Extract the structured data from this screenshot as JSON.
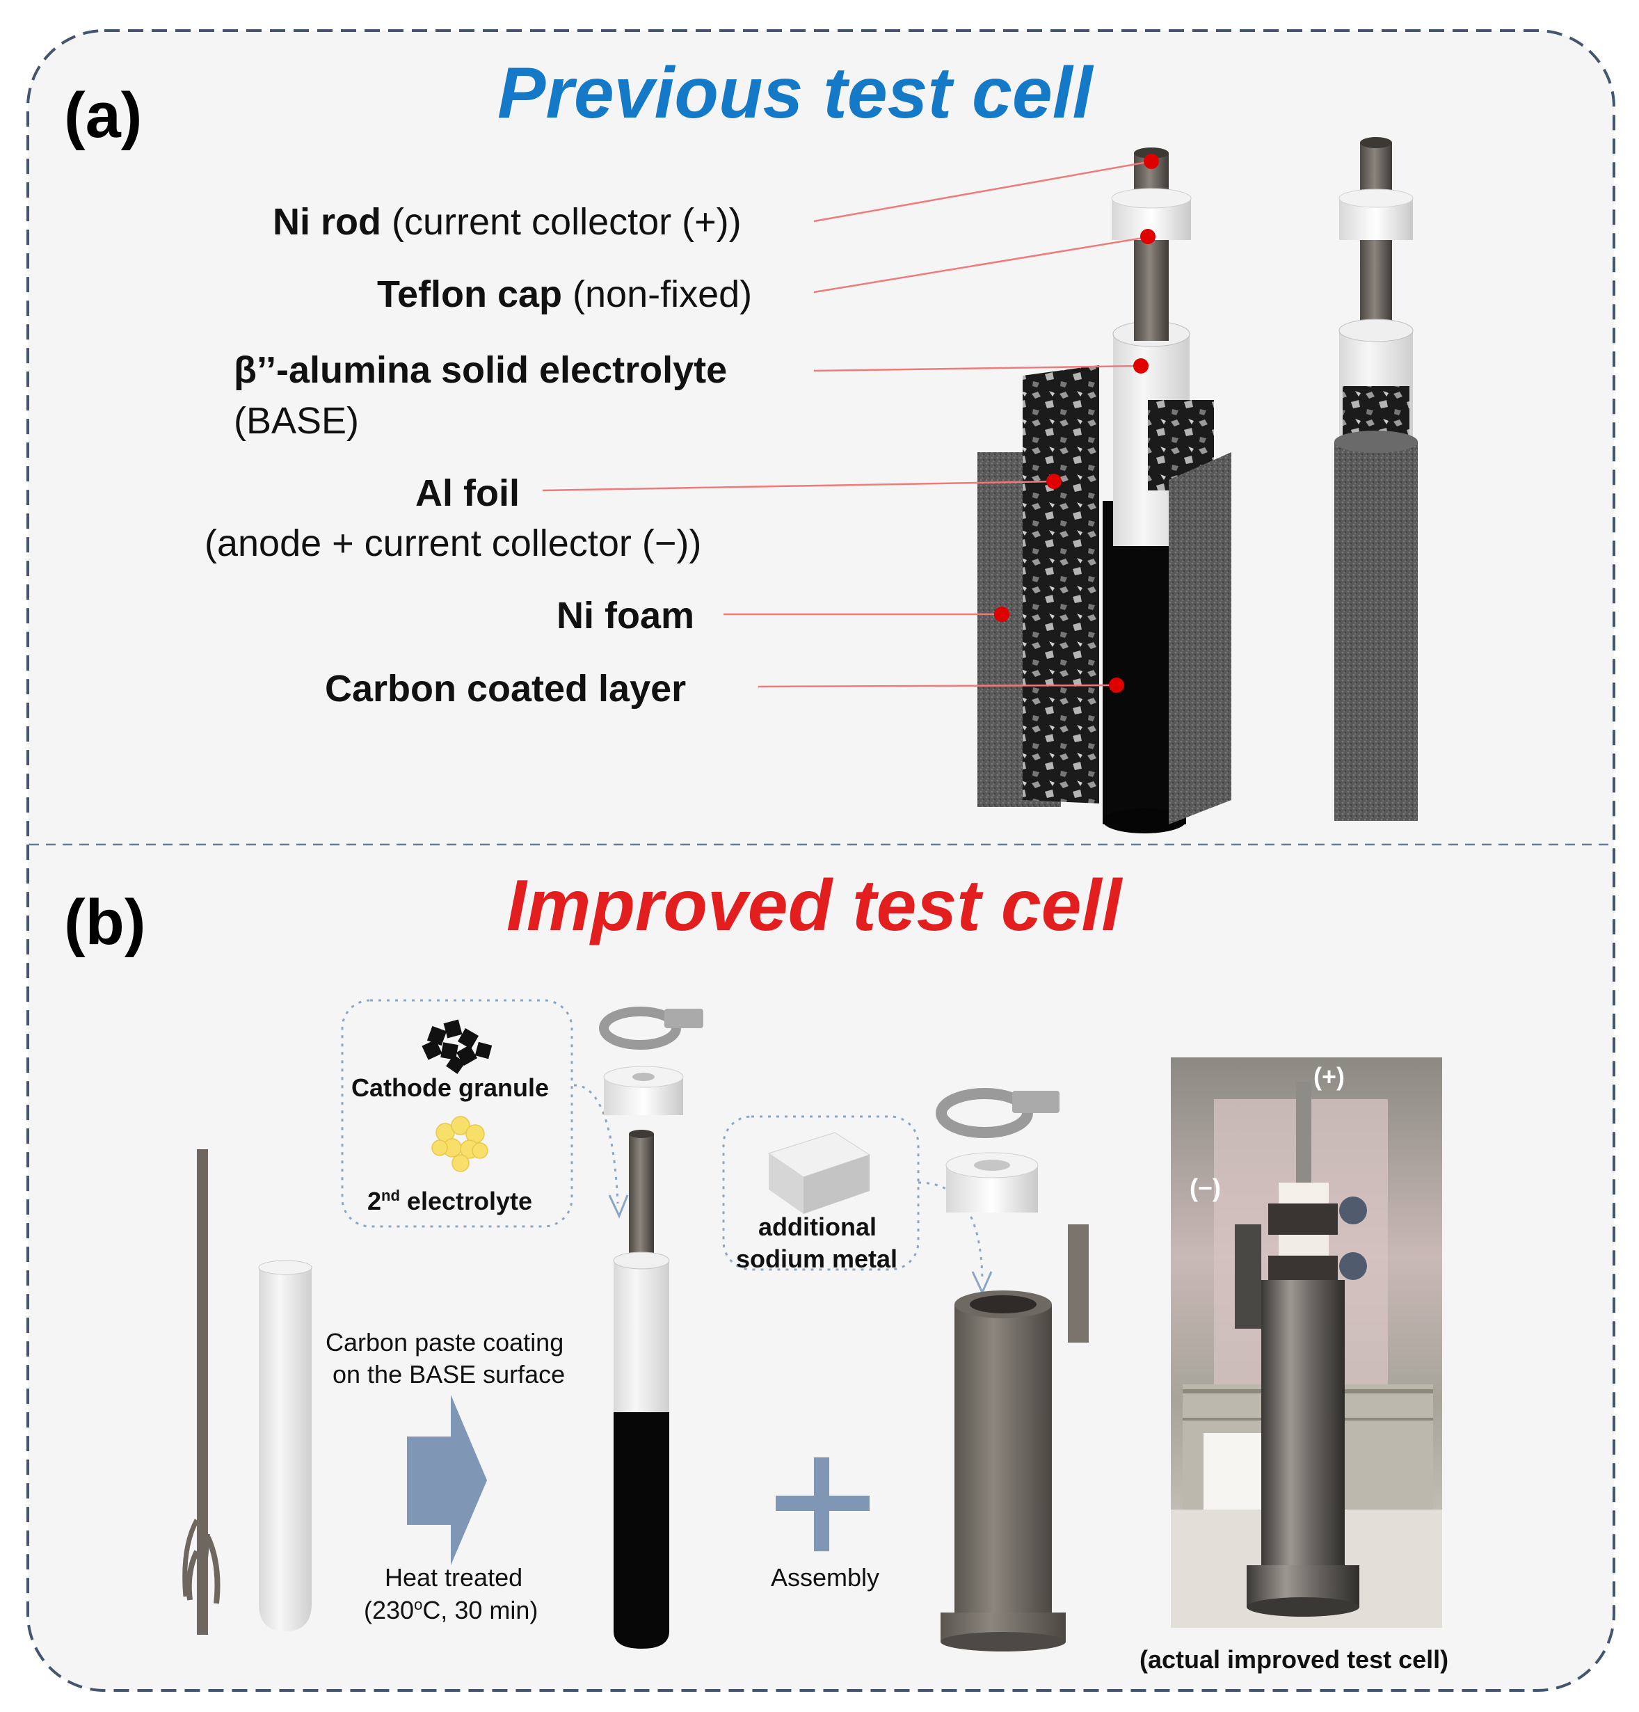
{
  "colors": {
    "previous_title": "#1479c6",
    "improved_title": "#e31e1e",
    "panel_border": "#44566f",
    "panel_bg": "#f5f5f5",
    "marker": "#e00000",
    "leader": "#f07a7a",
    "arrow": "#7f97b4",
    "dotted_box": "#8aa6c4"
  },
  "panel_a": {
    "label": "(a)",
    "title": "Previous test cell",
    "callouts": [
      {
        "bold": "Ni rod",
        "rest": " (current collector (+))"
      },
      {
        "bold": "Teflon cap",
        "rest": " (non-fixed)"
      },
      {
        "bold": "β’’-alumina solid electrolyte",
        "rest": "",
        "line2": "(BASE)"
      },
      {
        "bold": "Al foil",
        "rest": "",
        "line2": "(anode + current collector (−))"
      },
      {
        "bold": "Ni foam",
        "rest": ""
      },
      {
        "bold": "Carbon coated layer",
        "rest": ""
      }
    ]
  },
  "panel_b": {
    "label": "(b)",
    "title": "Improved test cell",
    "cathode_granule": "Cathode granule",
    "electrolyte_base": "2",
    "electrolyte_sup": "nd",
    "electrolyte_rest": " electrolyte",
    "additional_sodium_1": "additional",
    "additional_sodium_2": "sodium metal",
    "coating_1": "Carbon paste coating",
    "coating_2": "on the BASE surface",
    "heat_1": "Heat treated",
    "heat_2_pre": "(230",
    "heat_2_sup": "o",
    "heat_2_post": "C, 30 min)",
    "assembly": "Assembly",
    "plus_terminal": "(+)",
    "minus_terminal": "(−)",
    "photo_caption": "(actual improved test cell)"
  }
}
